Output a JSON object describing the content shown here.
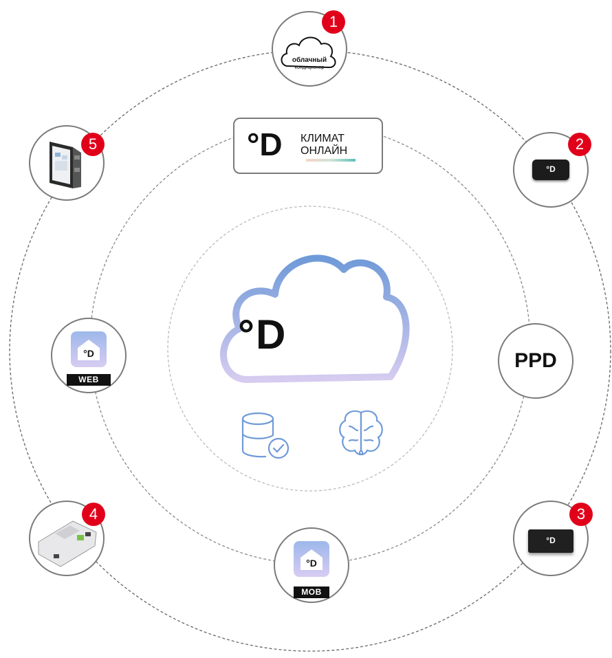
{
  "cloud_node": {
    "badge": "1",
    "line1": "облачный",
    "line2": "кондиционер"
  },
  "header_box": {
    "logo": "°D",
    "line1": "КЛИМАТ",
    "line2": "ОНЛАЙН"
  },
  "center": {
    "logo": "°D",
    "icons": [
      "database-check-icon",
      "brain-icon"
    ]
  },
  "nodes": {
    "remote_small": {
      "badge": "2",
      "logo": "°D"
    },
    "ppd": {
      "label": "PPD"
    },
    "gateway": {
      "badge": "3",
      "logo": "°D"
    },
    "mob_app": {
      "logo": "°D",
      "tag": "MOB"
    },
    "controller": {
      "badge": "4"
    },
    "web_app": {
      "logo": "°D",
      "tag": "WEB"
    },
    "panel": {
      "badge": "5"
    }
  },
  "colors": {
    "badge": "#e1001a",
    "ring": "#7a7a7a",
    "accent": "#6f9ad8",
    "cloud_fill": "#ffffff"
  }
}
